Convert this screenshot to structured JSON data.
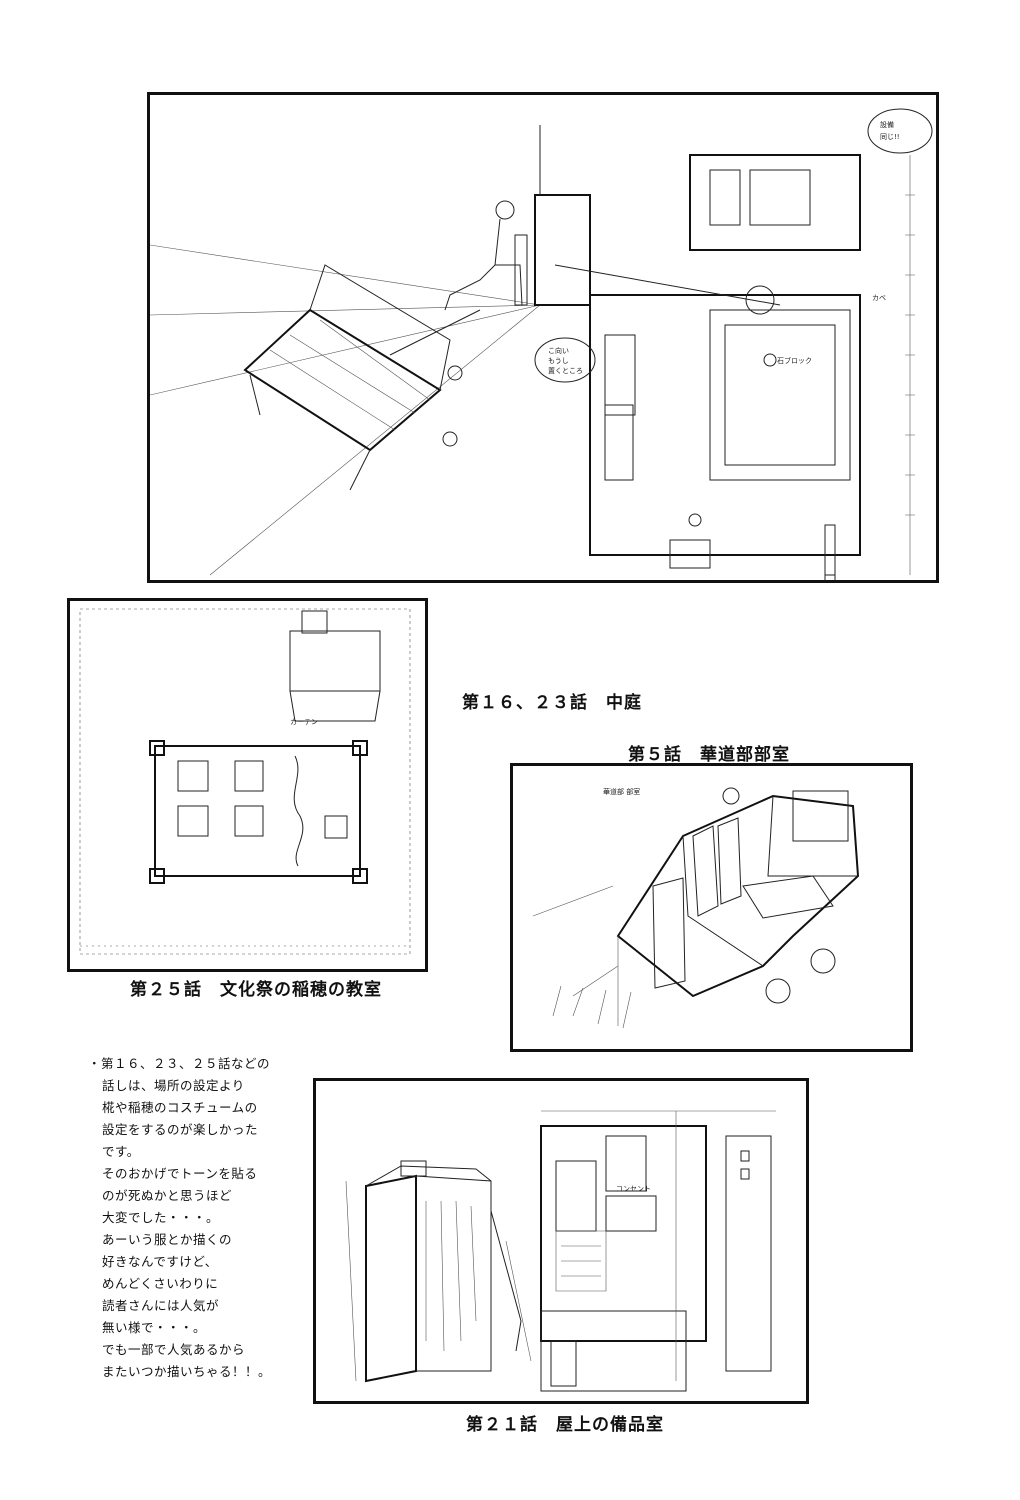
{
  "captions": {
    "courtyard": "第１６、２３話　中庭",
    "ikebana_room": "第５話　華道部部室",
    "classroom": "第２５話　文化祭の稲穂の教室",
    "storeroom": "第２１話　屋上の備品室"
  },
  "note_lines": [
    "・第１６、２３、２５話などの",
    "話しは、場所の設定より",
    "椛や稲穂のコスチュームの",
    "設定をするのが楽しかった",
    "です。",
    "そのおかげでトーンを貼る",
    "のが死ぬかと思うほど",
    "大変でした・・・。",
    "あーいう服とか描くの",
    "好きなんですけど、",
    "めんどくさいわりに",
    "読者さんには人気が",
    "無い様で・・・。",
    "でも一部で人気あるから",
    "またいつか描いちゃる！！。"
  ],
  "sketch_labels": {
    "courtyard_stamp": "設備\n同じ!!",
    "courtyard_note": "こ向い\nもうし\n置くところ",
    "courtyard_wall": "カベ",
    "courtyard_block": "石ブロック",
    "ikebana_header": "華道部 部室",
    "classroom_curtain": "カーテン",
    "storeroom_label": "コンセント"
  }
}
